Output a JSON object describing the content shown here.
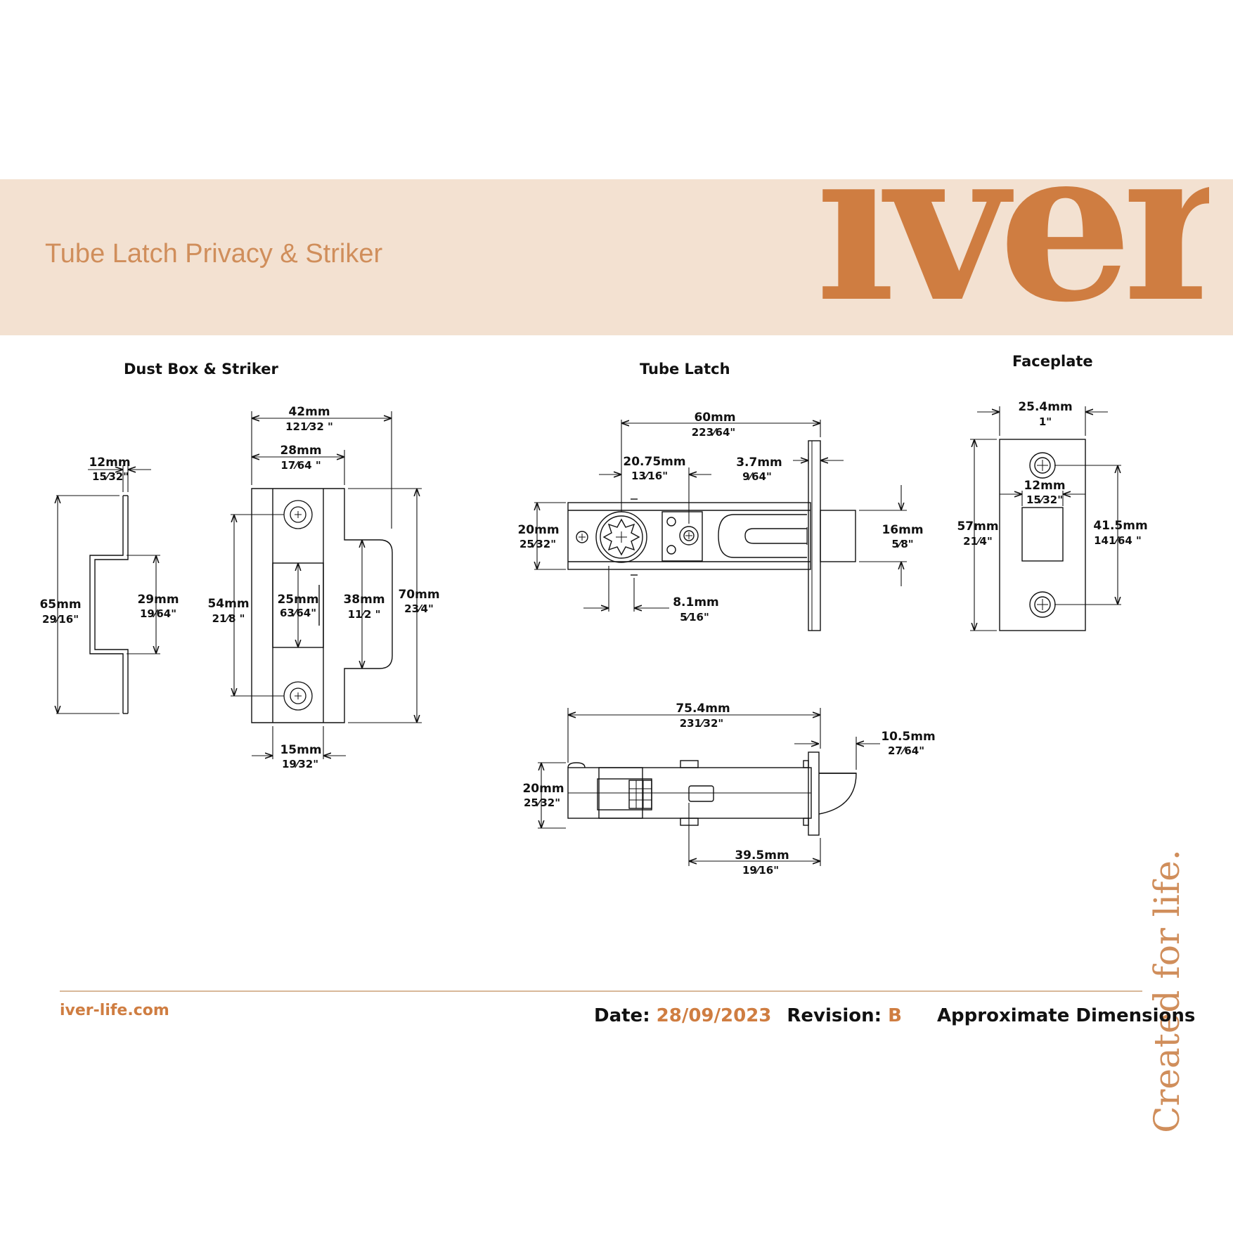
{
  "header": {
    "title": "Tube Latch Privacy & Striker",
    "logo_text": "iver"
  },
  "sections": {
    "dust_box_striker": "Dust Box & Striker",
    "tube_latch": "Tube Latch",
    "faceplate": "Faceplate"
  },
  "dimensions": {
    "dust_width": {
      "mm": "12mm",
      "in": "15⁄32\""
    },
    "dust_height": {
      "mm": "65mm",
      "in": "29⁄16\""
    },
    "dust_box_height": {
      "mm": "29mm",
      "in": "19⁄64\""
    },
    "striker_width": {
      "mm": "42mm",
      "in": "121⁄32 \""
    },
    "striker_inner_width": {
      "mm": "28mm",
      "in": "17⁄64 \""
    },
    "striker_hole_centres": {
      "mm": "54mm",
      "in": "21⁄8 \""
    },
    "striker_opening": {
      "mm": "25mm",
      "in": "63⁄64\""
    },
    "striker_lip": {
      "mm": "38mm",
      "in": "11⁄2 \""
    },
    "striker_height": {
      "mm": "70mm",
      "in": "23⁄4\""
    },
    "striker_opening_width": {
      "mm": "15mm",
      "in": "19⁄32\""
    },
    "latch_backset": {
      "mm": "60mm",
      "in": "223⁄64\""
    },
    "latch_spindle_to_privacy": {
      "mm": "20.75mm",
      "in": "13⁄16\""
    },
    "latch_faceplate_thickness": {
      "mm": "3.7mm",
      "in": "9⁄64\""
    },
    "latch_body_height": {
      "mm": "20mm",
      "in": "25⁄32\""
    },
    "latch_bolt_height": {
      "mm": "16mm",
      "in": "5⁄8\""
    },
    "latch_spindle_size": {
      "mm": "8.1mm",
      "in": "5⁄16\""
    },
    "latch_overall_length": {
      "mm": "75.4mm",
      "in": "231⁄32\""
    },
    "latch_bolt_projection": {
      "mm": "10.5mm",
      "in": "27⁄64\""
    },
    "latch_side_height": {
      "mm": "20mm",
      "in": "25⁄32\""
    },
    "latch_side_length": {
      "mm": "39.5mm",
      "in": "19⁄16\""
    },
    "faceplate_width": {
      "mm": "25.4mm",
      "in": "1\""
    },
    "faceplate_height": {
      "mm": "57mm",
      "in": "21⁄4\""
    },
    "faceplate_slot_width": {
      "mm": "12mm",
      "in": "15⁄32\""
    },
    "faceplate_hole_centres": {
      "mm": "41.5mm",
      "in": "141⁄64 \""
    }
  },
  "sidebar": {
    "slogan": "Created for life."
  },
  "footer": {
    "url": "iver-life.com",
    "date_label": "Date:",
    "date_value": "28/09/2023",
    "revision_label": "Revision:",
    "revision_value": "B",
    "note": "Approximate Dimensions"
  },
  "colors": {
    "accent": "#cf7d41",
    "banner": "#f3e1d1",
    "line": "#111111"
  }
}
